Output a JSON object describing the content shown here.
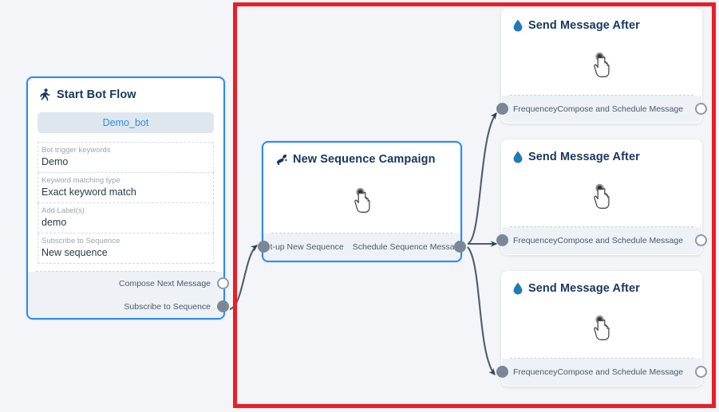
{
  "canvas": {
    "background": "#f4f5f8",
    "annotation": {
      "name": "red-highlight-frame",
      "color": "#ed1c24"
    }
  },
  "nodes": {
    "start": {
      "title": "Start Bot Flow",
      "icon": "running-person-icon",
      "bot_name": "Demo_bot",
      "fields": [
        {
          "label": "Bot trigger keywords",
          "value": "Demo"
        },
        {
          "label": "Keyword matching type",
          "value": "Exact keyword match"
        },
        {
          "label": "Add Label(s)",
          "value": "demo"
        },
        {
          "label": "Subscribe to Sequence",
          "value": "New sequence"
        }
      ],
      "ports": [
        {
          "label": "Compose Next Message",
          "style": "hollow"
        },
        {
          "label": "Subscribe to Sequence",
          "style": "filled"
        }
      ]
    },
    "sequence": {
      "title": "New Sequence Campaign",
      "icon": "megaphone-icon",
      "body_icon": "hand-pointer-cursor-icon",
      "ports_in": {
        "label": "Set-up New Sequence",
        "style": "filled"
      },
      "ports_out": {
        "label": "Schedule Sequence Message",
        "style": "filled"
      }
    },
    "send_messages": [
      {
        "title": "Send Message After",
        "icon": "water-drop-icon",
        "body_icon": "hand-pointer-cursor-icon",
        "port_in": {
          "label": "Frequencey",
          "style": "filled"
        },
        "port_out": {
          "label": "Compose and Schedule Message",
          "style": "hollow"
        }
      },
      {
        "title": "Send Message After",
        "icon": "water-drop-icon",
        "body_icon": "hand-pointer-cursor-icon",
        "port_in": {
          "label": "Frequencey",
          "style": "filled"
        },
        "port_out": {
          "label": "Compose and Schedule Message",
          "style": "hollow"
        }
      },
      {
        "title": "Send Message After",
        "icon": "water-drop-icon",
        "body_icon": "hand-pointer-cursor-icon",
        "port_in": {
          "label": "Frequencey",
          "style": "filled"
        },
        "port_out": {
          "label": "Compose and Schedule Message",
          "style": "hollow"
        }
      }
    ]
  },
  "colors": {
    "accent_blue": "#2d8cf0",
    "title_navy": "#17375e",
    "drop_blue": "#1f7bb8",
    "edge": "#4a5d70",
    "port_filled": "#7b8794",
    "footer_bg": "#eef1f5",
    "highlight_red": "#ed1c24"
  }
}
